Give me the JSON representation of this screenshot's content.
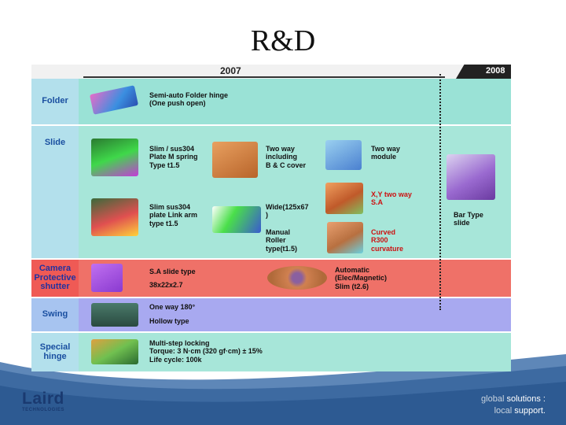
{
  "title": "R&D",
  "timeline": {
    "year_a": "2007",
    "year_b": "2008"
  },
  "rows": {
    "folder": {
      "label": "Folder",
      "item1": "Semi-auto Folder hinge\n(One push open)"
    },
    "slide": {
      "label": "Slide",
      "item1": "Slim / sus304\nPlate M spring\nType t1.5",
      "item2": "Two way\nincluding\nB & C cover",
      "item3": "Two way\nmodule",
      "item4": "Slim sus304\nplate Link arm\ntype t1.5",
      "item5": "Wide(125x67\n)",
      "item6": "X,Y two way\nS.A",
      "item7": "Manual\nRoller\ntype(t1.5)",
      "item8": "Curved\nR300\ncurvature",
      "item9": "Bar Type\nslide"
    },
    "camera": {
      "label": "Camera\nProtective\nshutter",
      "item1": "S.A slide type",
      "item1_size": "38x22x2.7",
      "item2": "Automatic\n(Elec/Magnetic)\nSlim (t2.6)"
    },
    "swing": {
      "label": "Swing",
      "item1": "One way 180°",
      "item2": "Hollow type"
    },
    "special": {
      "label": "Special\nhinge",
      "item1": "Multi-step locking\nTorque: 3 N·cm (320 gf·cm) ± 15%\nLife cycle: 100k"
    }
  },
  "logo": {
    "name": "Laird",
    "sub": "TECHNOLOGIES"
  },
  "tagline": {
    "line1_a": "global",
    "line1_b": " solutions :",
    "line2_a": "local",
    "line2_b": " support."
  }
}
